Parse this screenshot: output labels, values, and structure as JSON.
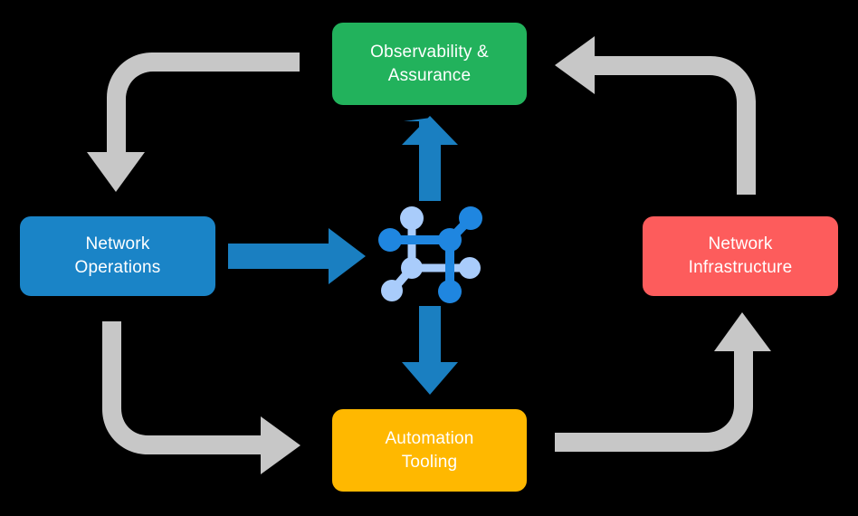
{
  "diagram": {
    "title": "Network automation lifecycle cycle diagram",
    "background_color": "#000000",
    "nodes": [
      {
        "id": "observability",
        "label": "Observability & Assurance",
        "line1": "Observability &",
        "line2": "Assurance",
        "color": "#22b25c",
        "position": "top"
      },
      {
        "id": "network-operations",
        "label": "Network Operations",
        "line1": "Network",
        "line2": "Operations",
        "color": "#1a84c7",
        "position": "left"
      },
      {
        "id": "network-infrastructure",
        "label": "Network Infrastructure",
        "line1": "Network",
        "line2": "Infrastructure",
        "color": "#fd5c5c",
        "position": "right"
      },
      {
        "id": "automation-tooling",
        "label": "Automation Tooling",
        "line1": "Automation",
        "line2": "Tooling",
        "color": "#ffb800",
        "position": "bottom"
      }
    ],
    "center_icon": {
      "name": "network-topology-icon",
      "color_primary": "#1f86e0",
      "color_secondary": "#a9ccfb"
    },
    "arrows": {
      "blue_color": "#1a7fc1",
      "gray_color": "#c7c7c7",
      "blue": [
        {
          "id": "ops-to-center",
          "from": "network-operations",
          "to": "center-icon",
          "direction": "right"
        },
        {
          "id": "center-to-observability",
          "from": "center-icon",
          "to": "observability",
          "direction": "up"
        },
        {
          "id": "center-to-automation",
          "from": "center-icon",
          "to": "automation-tooling",
          "direction": "down"
        }
      ],
      "gray": [
        {
          "id": "observability-to-ops",
          "from": "observability",
          "to": "network-operations",
          "direction": "down"
        },
        {
          "id": "ops-to-automation",
          "from": "network-operations",
          "to": "automation-tooling",
          "direction": "right"
        },
        {
          "id": "infrastructure-to-observability",
          "from": "network-infrastructure",
          "to": "observability",
          "direction": "left"
        },
        {
          "id": "automation-to-infrastructure",
          "from": "automation-tooling",
          "to": "network-infrastructure",
          "direction": "up"
        }
      ]
    }
  }
}
